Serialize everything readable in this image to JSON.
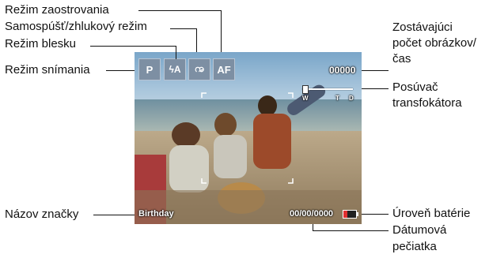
{
  "labels": {
    "focus_mode": "Režim zaostrovania",
    "self_timer": "Samospúšť/zhlukový režim",
    "flash_mode": "Režim blesku",
    "capture_mode": "Režim snímania",
    "remaining_line1": "Zostávajúci",
    "remaining_line2": "počet obrázkov/",
    "remaining_line3": "čas",
    "zoom_line1": "Posúvač",
    "zoom_line2": "transfokátora",
    "tag_name": "Názov značky",
    "battery": "Úroveň batérie",
    "date_line1": "Dátumová",
    "date_line2": "pečiatka"
  },
  "screen": {
    "mode_p": "P",
    "flash": "ϟA",
    "timer": "ꩠ",
    "af": "AF",
    "count": "00000",
    "tag": "Birthday",
    "date": "00/00/0000",
    "zoom_w": "W",
    "zoom_t": "T",
    "zoom_d": "D"
  }
}
